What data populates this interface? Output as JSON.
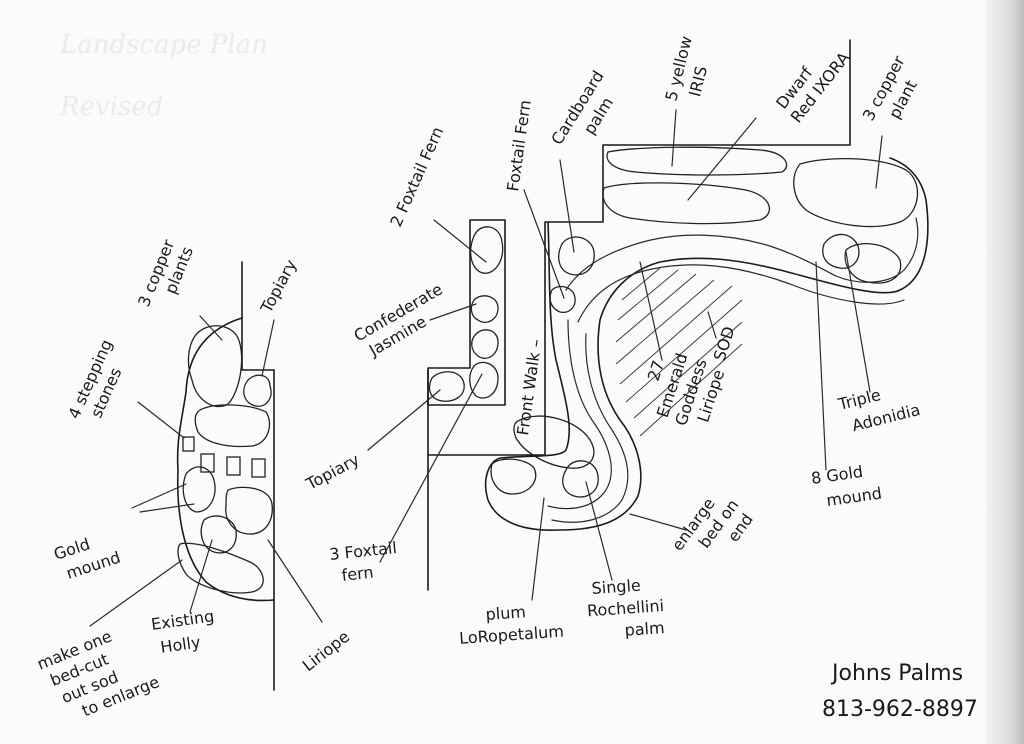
{
  "faded": {
    "line1": "Landscape Plan",
    "line2": "Revised"
  },
  "labels": {
    "copper_plants_left": [
      "3 copper",
      "plants"
    ],
    "topiary_left": "Topiary",
    "stepping_stones": [
      "4 stepping",
      "stones"
    ],
    "gold_mound_left": [
      "Gold",
      "mound"
    ],
    "make_one_bed": [
      "make one",
      "bed-cut",
      "out sod",
      "to enlarge"
    ],
    "existing_holly": [
      "Existing",
      "Holly"
    ],
    "liriope_left": "Liriope",
    "foxtail_fern_2": "2 Foxtail Fern",
    "confederate_jasmine": [
      "Confederate",
      "Jasmine"
    ],
    "topiary_mid": "Topiary",
    "foxtail_fern_3": [
      "3 Foxtail",
      "fern"
    ],
    "foxtail_fern_walk": "Foxtail Fern",
    "front_walk": "Front Walk –",
    "cardboard_palm": [
      "Cardboard",
      "palm"
    ],
    "yellow_iris": [
      "5 yellow",
      "IRIS"
    ],
    "dwarf_ixora": [
      "Dwarf",
      "Red IXORA"
    ],
    "copper_plant_right": [
      "3 copper",
      "plant"
    ],
    "emerald_liriope": [
      "27",
      "Emerald",
      "Goddess",
      "Liriope"
    ],
    "sod": "SOD",
    "triple_adonidia": [
      "Triple",
      "Adonidia"
    ],
    "gold_mound_right": [
      "8 Gold",
      "mound"
    ],
    "enlarge_bed": [
      "enlarge",
      "bed on",
      "end"
    ],
    "plum_loropetalum": [
      "plum",
      "LoRopetalum"
    ],
    "rochellini_palm": [
      "Single",
      "Rochellini",
      "palm"
    ]
  },
  "signature": {
    "company": "Johns Palms",
    "phone": "813-962-8897"
  }
}
